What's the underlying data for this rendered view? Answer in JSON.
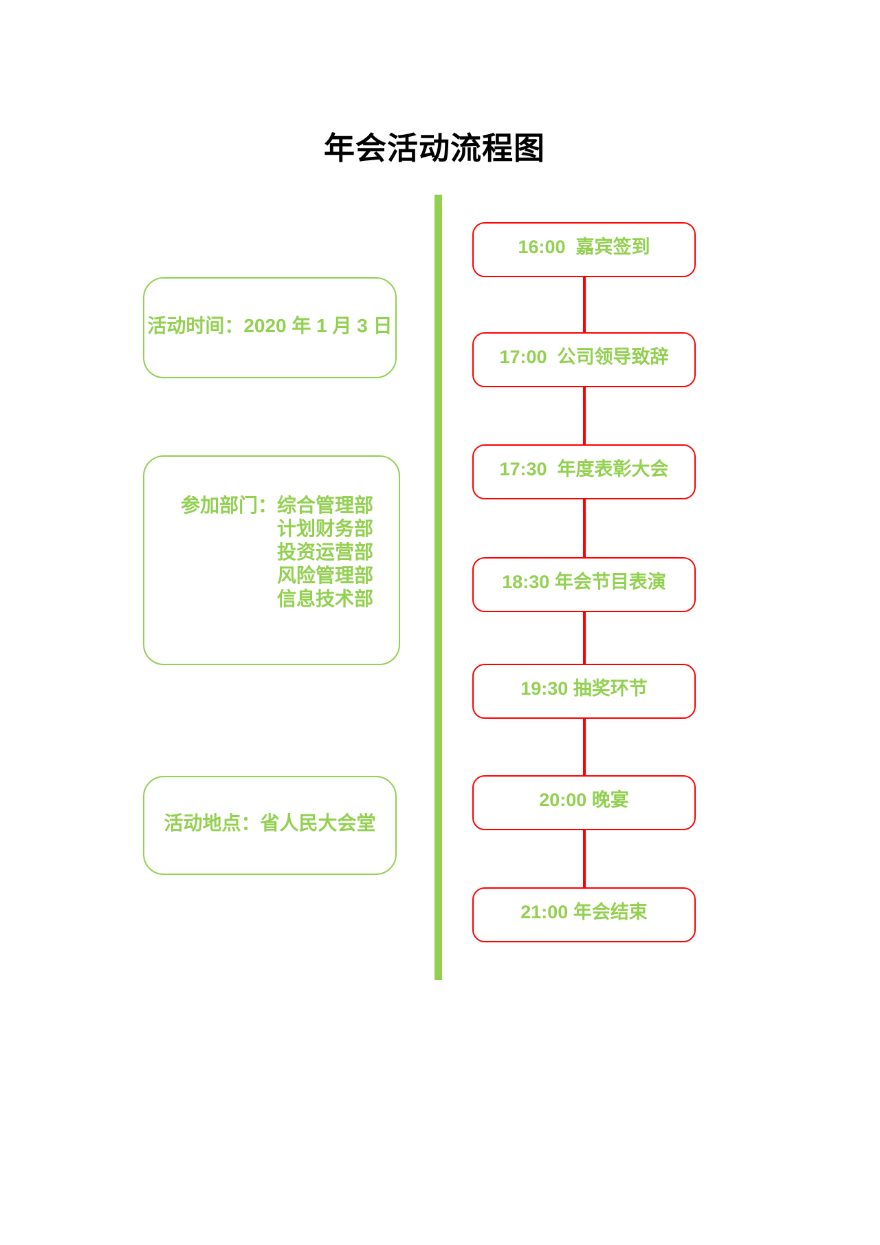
{
  "title": "年会活动流程图",
  "colors": {
    "green": "#92d050",
    "red": "#ff0000",
    "title_text": "#000000",
    "background": "#ffffff"
  },
  "info_boxes": [
    {
      "label": "活动时间：2020 年 1 月 3 日"
    },
    {
      "label_prefix": "参加部门：",
      "items": [
        "综合管理部",
        "计划财务部",
        "投资运营部",
        "风险管理部",
        "信息技术部"
      ]
    },
    {
      "label": "活动地点：省人民大会堂"
    }
  ],
  "timeline": [
    {
      "time": "16:00",
      "event": "嘉宾签到",
      "label": "16:00  嘉宾签到"
    },
    {
      "time": "17:00",
      "event": "公司领导致辞",
      "label": "17:00  公司领导致辞"
    },
    {
      "time": "17:30",
      "event": "年度表彰大会",
      "label": "17:30  年度表彰大会"
    },
    {
      "time": "18:30",
      "event": "年会节目表演",
      "label": "18:30 年会节目表演"
    },
    {
      "time": "19:30",
      "event": "抽奖环节",
      "label": "19:30 抽奖环节"
    },
    {
      "time": "20:00",
      "event": "晚宴",
      "label": "20:00 晚宴"
    },
    {
      "time": "21:00",
      "event": "年会结束",
      "label": "21:00 年会结束"
    }
  ]
}
